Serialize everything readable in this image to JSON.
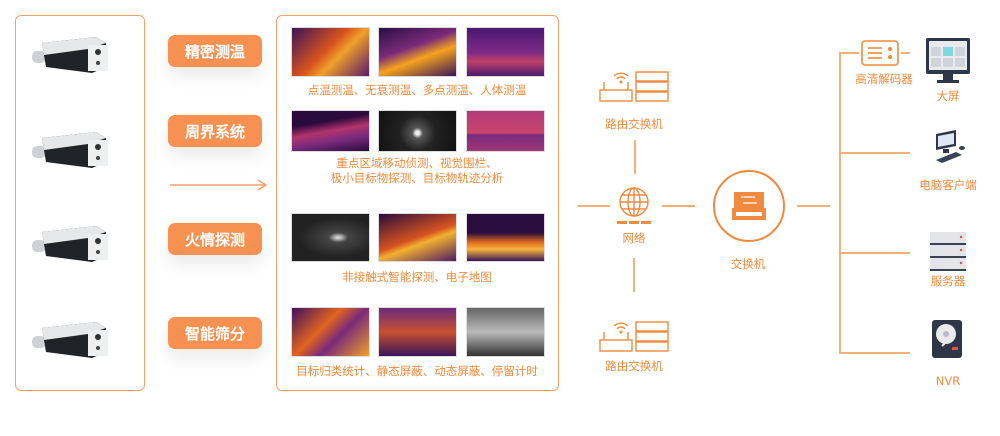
{
  "features": [
    {
      "label": "精密测温",
      "caption": [
        "点温测温、无衰测温、多点测温、人体测温"
      ]
    },
    {
      "label": "周界系统",
      "caption": [
        "重点区域移动侦测、视觉围栏、",
        "极小目标物探测、目标物轨迹分析"
      ]
    },
    {
      "label": "火情探测",
      "caption": [
        "非接触式智能探测、电子地图"
      ]
    },
    {
      "label": "智能筛分",
      "caption": [
        "目标归类统计、静态屏蔽、动态屏蔽、停留计时"
      ]
    }
  ],
  "network": {
    "router_top": "路由交换机",
    "router_bottom": "路由交换机",
    "network": "网络",
    "switch": "交换机"
  },
  "outputs": {
    "decoder": "高清解码器",
    "screen": "大屏",
    "pc": "电脑客户端",
    "server": "服务器",
    "nvr": "NVR"
  },
  "colors": {
    "accent": "#f79152",
    "line": "#f3b07a",
    "text": "#f08a3e"
  }
}
